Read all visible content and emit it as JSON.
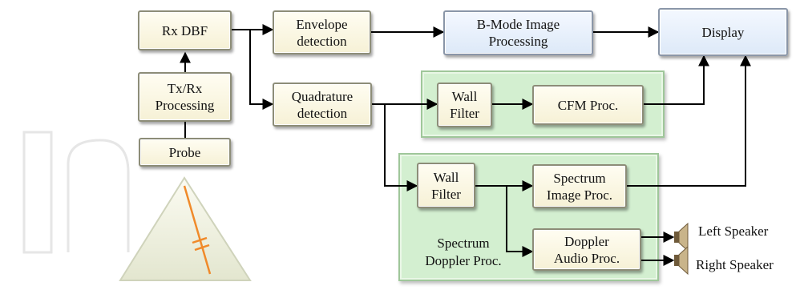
{
  "blocks": {
    "rx_dbf": "Rx DBF",
    "tx_rx": "Tx/Rx\nProcessing",
    "probe": "Probe",
    "envelope": "Envelope\ndetection",
    "quadrature": "Quadrature\ndetection",
    "bmode": "B-Mode Image\nProcessing",
    "display": "Display",
    "wall_filter_cfm": "Wall\nFilter",
    "cfm_proc": "CFM Proc.",
    "wall_filter_spec": "Wall\nFilter",
    "spectrum_image": "Spectrum\nImage Proc.",
    "doppler_audio": "Doppler\nAudio Proc."
  },
  "group_labels": {
    "spectrum_doppler": "Spectrum\nDoppler Proc."
  },
  "speakers": {
    "left": "Left Speaker",
    "right": "Right Speaker"
  },
  "colors": {
    "probe_beam": "#f08a2a",
    "group_fill": "#d3efd0",
    "block_fill": "#f8f4dd",
    "display_fill": "#e4edf9"
  }
}
